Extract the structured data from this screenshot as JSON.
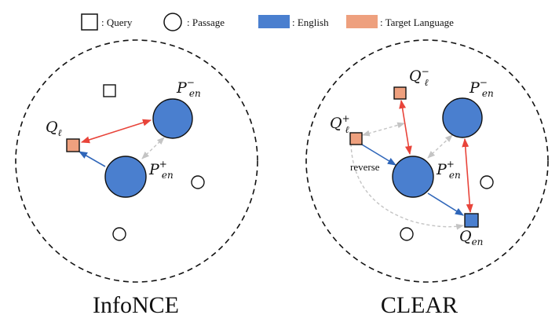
{
  "colors": {
    "english": "#4a7fcf",
    "target": "#eea07e",
    "red": "#e8443a",
    "blue_arrow": "#2f66b9",
    "gray": "#bdbdbd"
  },
  "legend": {
    "query": ": Query",
    "passage": ": Passage",
    "english": ": English",
    "target": ": Target Language"
  },
  "left": {
    "caption": "InfoNCE",
    "q_base": "Q",
    "q_sub": "ℓ",
    "pneg_base": "P",
    "pneg_sub": "en",
    "pneg_sup": "−",
    "ppos_base": "P",
    "ppos_sub": "en",
    "ppos_sup": "+"
  },
  "right": {
    "caption": "CLEAR",
    "qneg_base": "Q",
    "qneg_sub": "ℓ",
    "qneg_sup": "−",
    "qpos_base": "Q",
    "qpos_sub": "ℓ",
    "qpos_sup": "+",
    "pneg_base": "P",
    "pneg_sub": "en",
    "pneg_sup": "−",
    "ppos_base": "P",
    "ppos_sub": "en",
    "ppos_sup": "+",
    "qen_base": "Q",
    "qen_sub": "en",
    "reverse": "reverse"
  }
}
